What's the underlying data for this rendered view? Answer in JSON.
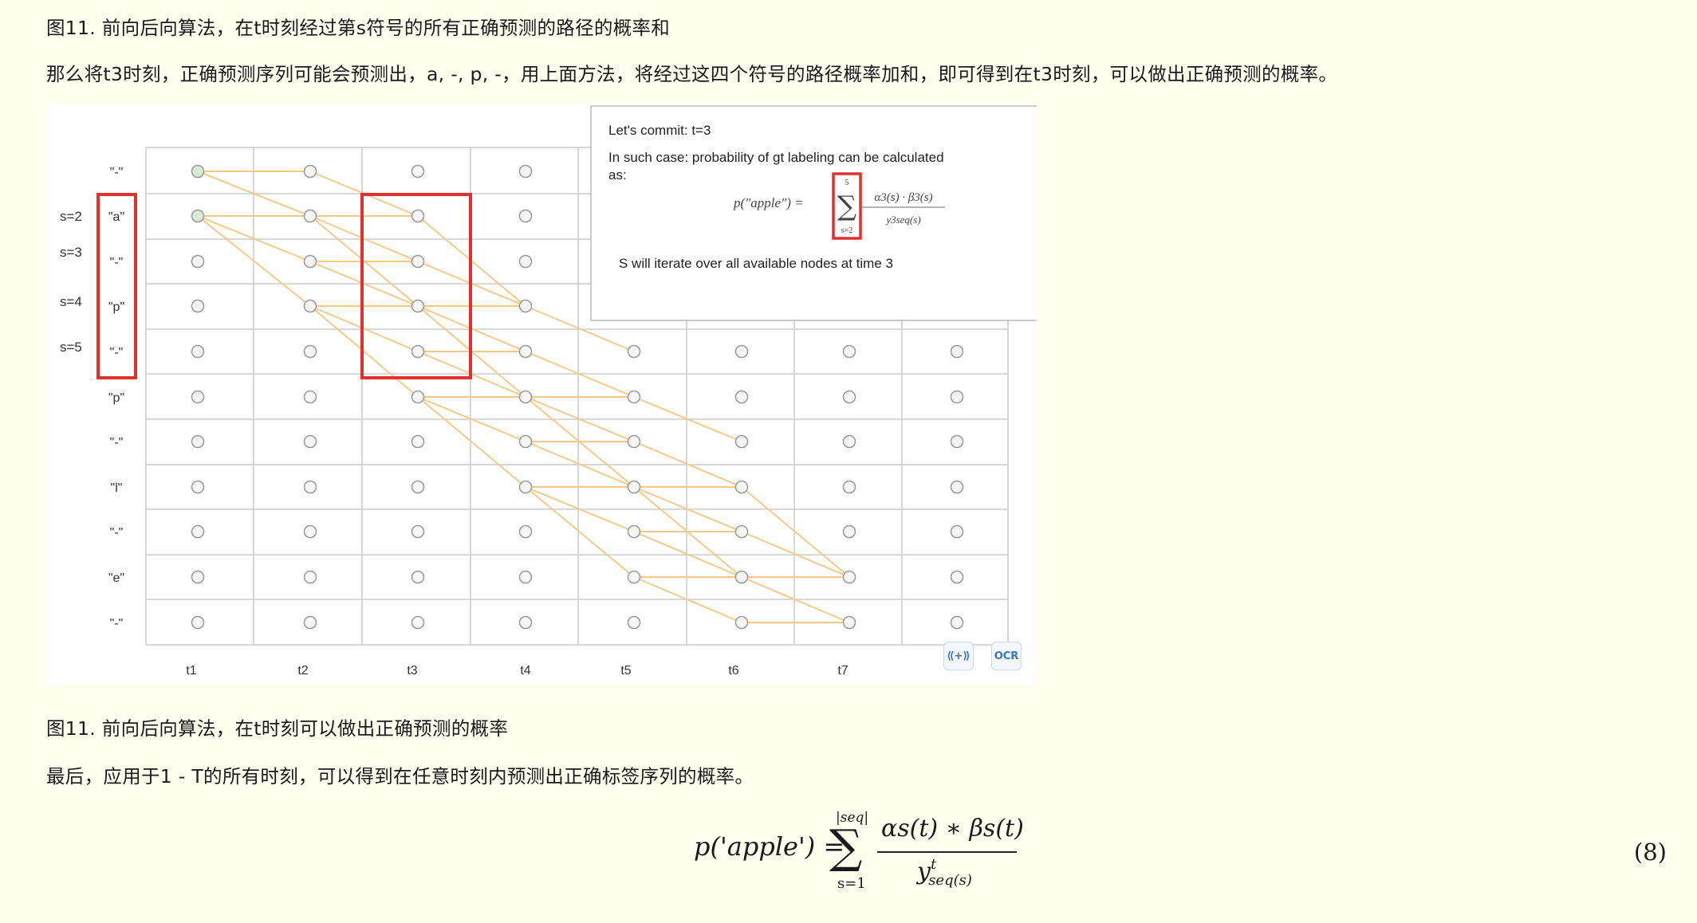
{
  "caption1": "图11. 前向后向算法，在t时刻经过第s符号的所有正确预测的路径的概率和",
  "paragraph1": "那么将t3时刻，正确预测序列可能会预测出，a, -, p, -，用上面方法，将经过这四个符号的路径概率加和，即可得到在t3时刻，可以做出正确预测的概率。",
  "figure": {
    "row_labels": [
      "\"-\"",
      "\"a\"",
      "\"-\"",
      "\"p\"",
      "\"-\"",
      "\"p\"",
      "\"-\"",
      "\"l\"",
      "\"-\"",
      "\"e\"",
      "\"-\""
    ],
    "s_labels": [
      "s=2",
      "s=3",
      "s=4",
      "s=5"
    ],
    "time_labels": [
      "t1",
      "t2",
      "t3",
      "t4",
      "t5",
      "t6",
      "t7"
    ],
    "note": {
      "title": "Let's commit: t=3",
      "line1": "In such case: probability of gt labeling can be calculated",
      "line2": "as:",
      "formula_lhs": "p(\"apple\") =",
      "sum_top": "5",
      "sum_bottom": "s=2",
      "numerator": "α3(s) · β3(s)",
      "denominator": "y3seq(s)",
      "footer": "S will iterate over all available nodes at time 3"
    },
    "toolbar": {
      "ai_icon": "ai-scan-icon",
      "ocr_label": "OCR"
    },
    "colors": {
      "path": "#f5c98a",
      "highlight": "#e03030",
      "grid": "#cccccc",
      "node": "#999999"
    }
  },
  "caption2": "图11. 前向后向算法，在t时刻可以做出正确预测的概率",
  "paragraph2": "最后，应用于1 - T的所有时刻，可以得到在任意时刻内预测出正确标签序列的概率。",
  "formula": {
    "lhs": "p('apple') =",
    "sum_top": "|seq|",
    "sum_bottom": "s=1",
    "numerator": "αs(t) ∗ βs(t)",
    "denominator_base": "y",
    "denominator_sup": "t",
    "denominator_sub": "seq(s)",
    "equation_number": "(8)"
  }
}
